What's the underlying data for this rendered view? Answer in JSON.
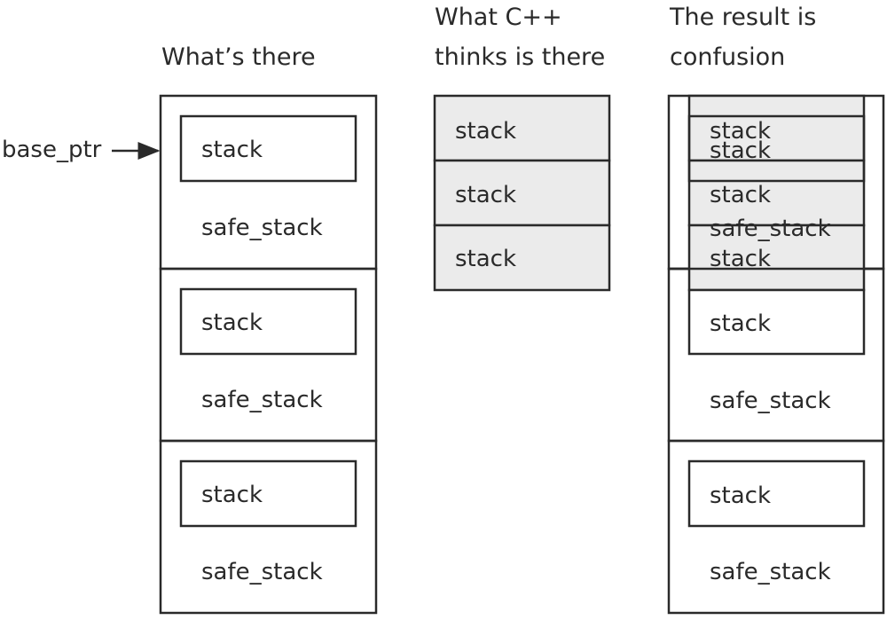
{
  "headings": {
    "left": "What’s there",
    "middle_line1": "What C++",
    "middle_line2": "thinks is there",
    "right_line1": "The result is",
    "right_line2": "confusion"
  },
  "pointer_label": "base_ptr",
  "labels": {
    "stack": "stack",
    "safe_stack": "safe_stack"
  },
  "colors": {
    "stroke": "#2a2a2a",
    "shade": "#ebebeb",
    "background": "#ffffff"
  }
}
